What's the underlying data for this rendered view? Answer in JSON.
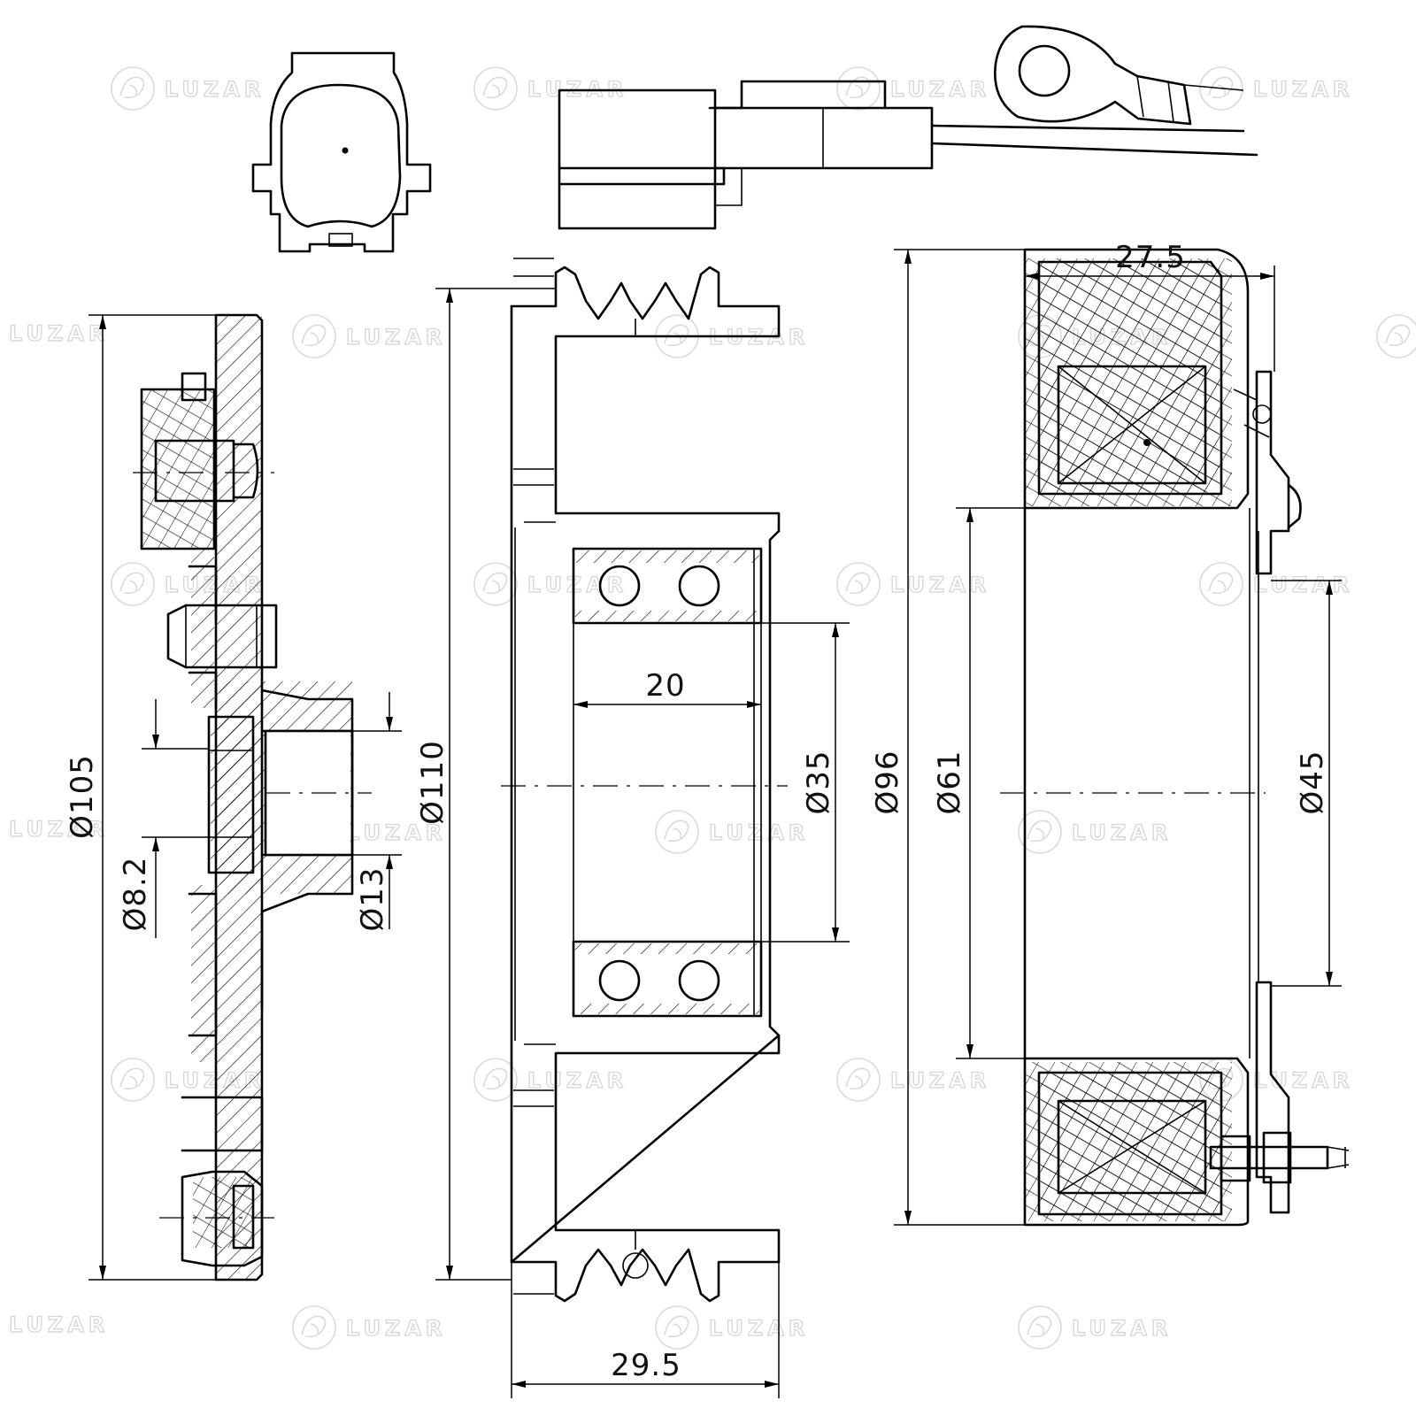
{
  "watermark": {
    "brand": "LUZAR"
  },
  "clutch_plate": {
    "outer_diameter": "Ø105",
    "bolt_diameter": "Ø8.2",
    "hub_diameter": "Ø13"
  },
  "pulley": {
    "outer_diameter": "Ø110",
    "bearing_bore": "Ø35",
    "bearing_width": "20",
    "total_width": "29.5"
  },
  "coil": {
    "width": "27.5",
    "outer_diameter": "Ø96",
    "inner_diameter": "Ø61",
    "bore_diameter": "Ø45"
  },
  "colors": {
    "line": "#000000",
    "watermark": "#d6d6d6",
    "background": "#ffffff"
  }
}
